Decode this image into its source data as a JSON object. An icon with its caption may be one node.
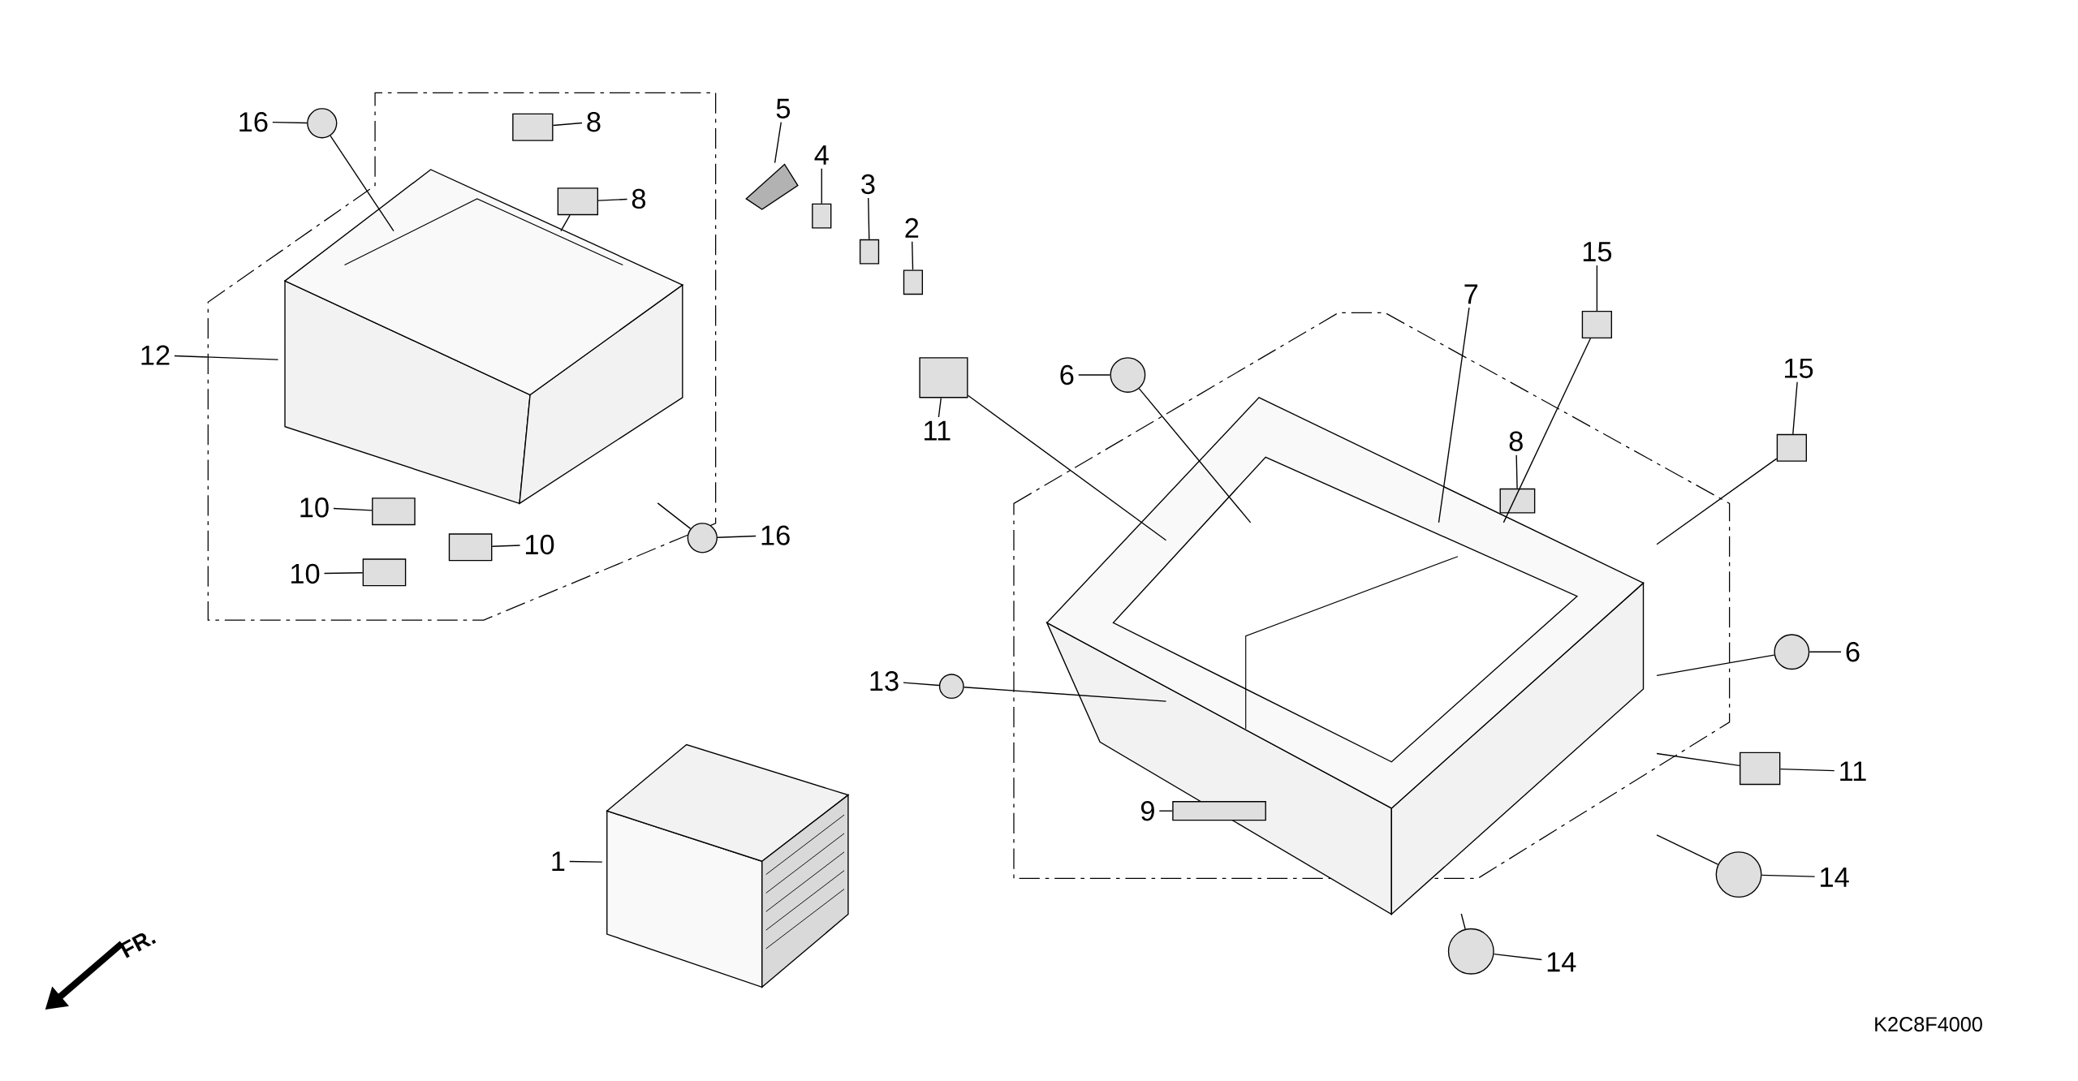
{
  "diagram": {
    "nodes": [
      {
        "text": [
          "16"
        ]
      },
      {
        "text": [],
        "shape": "circle"
      },
      {
        "text": [
          "8"
        ]
      },
      {
        "text": [],
        "shape": "box"
      },
      {
        "text": [
          "8"
        ]
      },
      {
        "text": [],
        "shape": "box"
      },
      {
        "text": [
          "12"
        ]
      },
      {
        "text": [],
        "shape": "picture"
      },
      {
        "text": [
          "10"
        ]
      },
      {
        "text": [],
        "shape": "box"
      },
      {
        "text": [
          "10"
        ]
      },
      {
        "text": [],
        "shape": "box"
      },
      {
        "text": [
          "10"
        ]
      },
      {
        "text": [],
        "shape": "box"
      },
      {
        "text": [
          "16"
        ]
      },
      {
        "text": [],
        "shape": "circle"
      },
      {
        "text": [
          "5"
        ]
      },
      {
        "text": [],
        "shape": "picture"
      },
      {
        "text": [
          "4"
        ]
      },
      {
        "text": [],
        "shape": "box"
      },
      {
        "text": [
          "3"
        ]
      },
      {
        "text": [],
        "shape": "box"
      },
      {
        "text": [
          "2"
        ]
      },
      {
        "text": [],
        "shape": "box"
      },
      {
        "text": [
          "11"
        ]
      },
      {
        "text": [],
        "shape": "box"
      },
      {
        "text": [
          "6"
        ]
      },
      {
        "text": [],
        "shape": "circle"
      },
      {
        "text": [
          "15"
        ]
      },
      {
        "text": [],
        "shape": "box"
      },
      {
        "text": [
          "7"
        ]
      },
      {
        "text": [],
        "shape": "picture"
      },
      {
        "text": [
          "8"
        ]
      },
      {
        "text": [],
        "shape": "box"
      },
      {
        "text": [
          "15"
        ]
      },
      {
        "text": [],
        "shape": "box"
      },
      {
        "text": [
          "6"
        ]
      },
      {
        "text": [],
        "shape": "circle"
      },
      {
        "text": [
          "11"
        ]
      },
      {
        "text": [],
        "shape": "box"
      },
      {
        "text": [
          "14"
        ]
      },
      {
        "text": [],
        "shape": "circle"
      },
      {
        "text": [
          "14"
        ]
      },
      {
        "text": [],
        "shape": "circle"
      },
      {
        "text": [
          "13"
        ]
      },
      {
        "text": [],
        "shape": "circle"
      },
      {
        "text": [
          "9"
        ]
      },
      {
        "text": [],
        "shape": "box",
        "in": 31
      },
      {
        "text": [
          "1"
        ]
      },
      {
        "text": [],
        "shape": "picture"
      }
    ],
    "edges": [
      {
        "from": 0,
        "to": 1,
        "arrow": "none"
      },
      {
        "from": 2,
        "to": 3,
        "arrow": "none"
      },
      {
        "from": 4,
        "to": 5,
        "arrow": "none"
      },
      {
        "from": 6,
        "to": 7,
        "arrow": "none"
      },
      {
        "from": 8,
        "to": 9,
        "arrow": "none"
      },
      {
        "from": 10,
        "to": 11,
        "arrow": "none"
      },
      {
        "from": 12,
        "to": 13,
        "arrow": "none"
      },
      {
        "from": 14,
        "to": 15,
        "arrow": "none"
      },
      {
        "from": 16,
        "to": 17,
        "arrow": "none"
      },
      {
        "from": 18,
        "to": 19,
        "arrow": "none"
      },
      {
        "from": 20,
        "to": 21,
        "arrow": "none"
      },
      {
        "from": 22,
        "to": 23,
        "arrow": "none"
      },
      {
        "from": 24,
        "to": 25,
        "arrow": "none"
      },
      {
        "from": 26,
        "to": 27,
        "arrow": "none"
      },
      {
        "from": 28,
        "to": 29,
        "arrow": "none"
      },
      {
        "from": 30,
        "to": 31,
        "arrow": "none"
      },
      {
        "from": 32,
        "to": 33,
        "arrow": "none"
      },
      {
        "from": 34,
        "to": 35,
        "arrow": "none"
      },
      {
        "from": 36,
        "to": 37,
        "arrow": "none"
      },
      {
        "from": 38,
        "to": 39,
        "arrow": "none"
      },
      {
        "from": 40,
        "to": 41,
        "arrow": "none"
      },
      {
        "from": 42,
        "to": 43,
        "arrow": "none"
      },
      {
        "from": 44,
        "to": 45,
        "arrow": "none"
      },
      {
        "from": 46,
        "to": 47,
        "arrow": "none"
      },
      {
        "from": 48,
        "to": 49,
        "arrow": "none"
      },
      {
        "from": 1,
        "to": 7,
        "arrow": "none"
      },
      {
        "from": 5,
        "to": 7,
        "arrow": "none"
      },
      {
        "from": 15,
        "to": 7,
        "arrow": "none"
      },
      {
        "from": 25,
        "to": 31,
        "arrow": "none"
      },
      {
        "from": 27,
        "to": 31,
        "arrow": "none"
      },
      {
        "from": 29,
        "to": 31,
        "arrow": "none"
      },
      {
        "from": 35,
        "to": 31,
        "arrow": "none"
      },
      {
        "from": 37,
        "to": 31,
        "arrow": "none"
      },
      {
        "from": 39,
        "to": 31,
        "arrow": "none"
      },
      {
        "from": 41,
        "to": 31,
        "arrow": "none"
      },
      {
        "from": 43,
        "to": 31,
        "arrow": "none"
      },
      {
        "from": 45,
        "to": 31,
        "arrow": "none"
      }
    ],
    "labels": [
      "K2C8F4000",
      "FR."
    ]
  }
}
